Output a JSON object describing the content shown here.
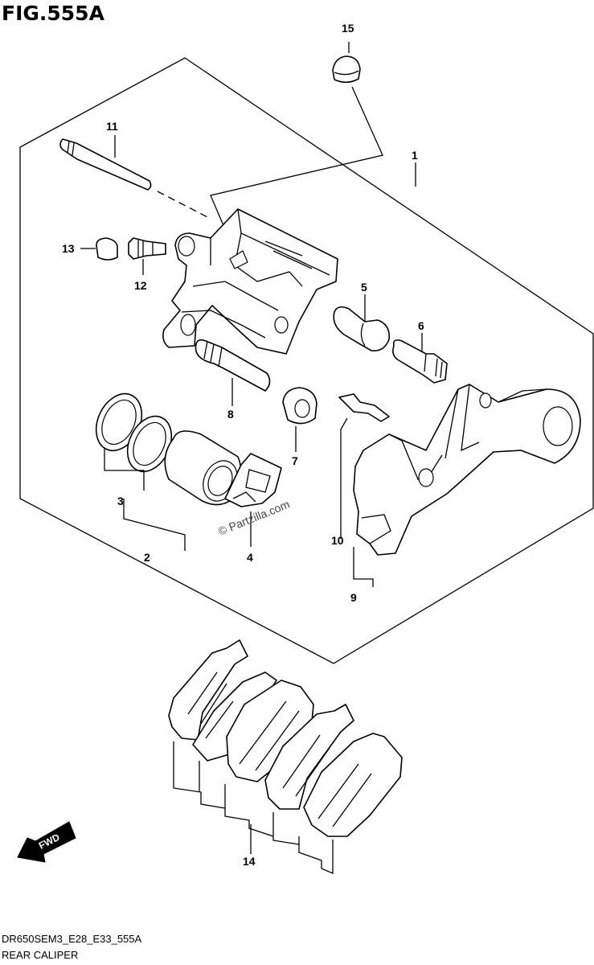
{
  "figure": {
    "title": "FIG.555A",
    "code": "DR650SEM3_E28_E33_555A",
    "subtitle": "REAR CALIPER"
  },
  "watermark": "© Partzilla.com",
  "direction_badge": "FWD",
  "callouts": [
    {
      "id": "1",
      "label": "1"
    },
    {
      "id": "2",
      "label": "2"
    },
    {
      "id": "3",
      "label": "3"
    },
    {
      "id": "4",
      "label": "4"
    },
    {
      "id": "5",
      "label": "5"
    },
    {
      "id": "6",
      "label": "6"
    },
    {
      "id": "7",
      "label": "7"
    },
    {
      "id": "8",
      "label": "8"
    },
    {
      "id": "9",
      "label": "9"
    },
    {
      "id": "10",
      "label": "10"
    },
    {
      "id": "11",
      "label": "11"
    },
    {
      "id": "12",
      "label": "12"
    },
    {
      "id": "13",
      "label": "13"
    },
    {
      "id": "14",
      "label": "14"
    },
    {
      "id": "15",
      "label": "15"
    }
  ]
}
